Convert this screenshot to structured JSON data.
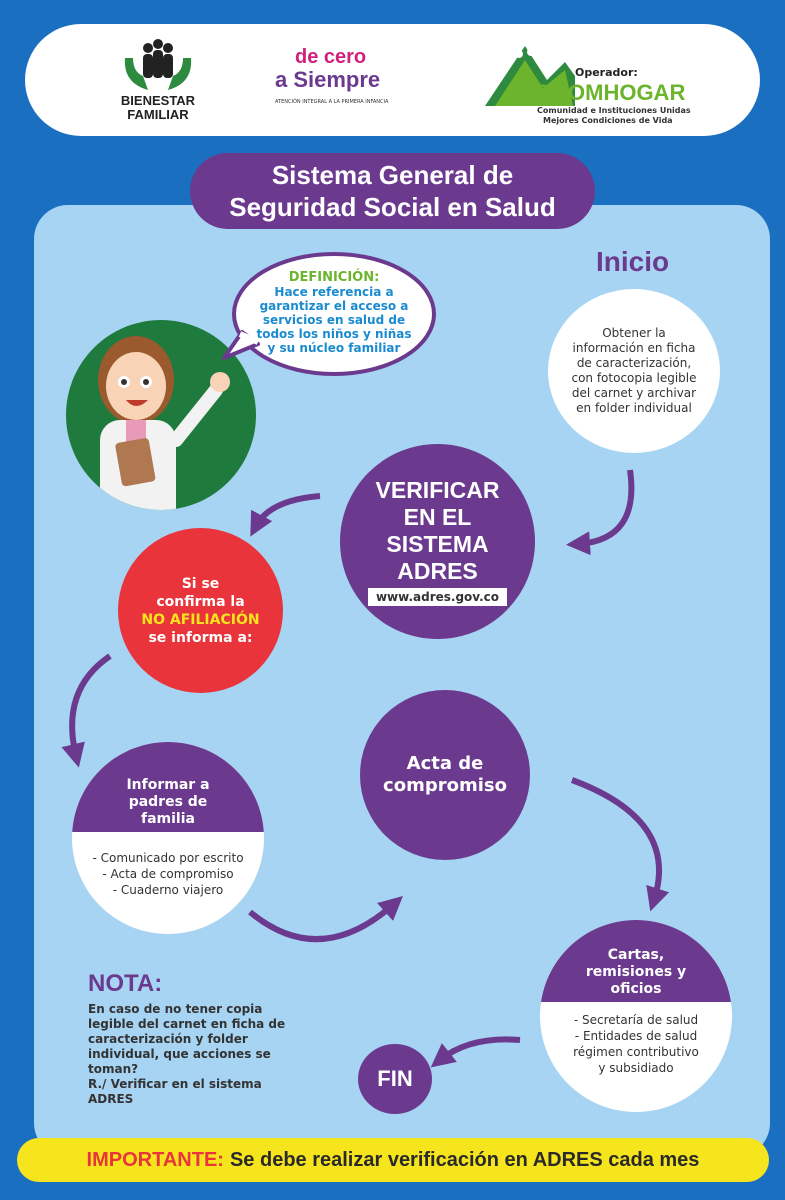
{
  "header": {
    "logo1": {
      "line1": "BIENESTAR",
      "line2": "FAMILIAR"
    },
    "logo2": {
      "line1": "de cero",
      "line2": "a Siempre",
      "tagline": "ATENCIÓN INTEGRAL A LA PRIMERA INFANCIA"
    },
    "logo3": {
      "operator": "Operador:",
      "name": "COOMHOGAR",
      "line1": "Comunidad e Instituciones Unidas",
      "line2": "Mejores Condiciones de Vida"
    }
  },
  "title": {
    "line1": "Sistema General de",
    "line2": "Seguridad Social en Salud"
  },
  "definition": {
    "heading": "DEFINICIÓN:",
    "body": "Hace referencia a garantizar el acceso a servicios en salud de todos los niños y niñas y su núcleo familiar"
  },
  "inicio": {
    "label": "Inicio",
    "text": "Obtener la información en ficha de caracterización, con fotocopia legible del carnet y archivar en folder individual"
  },
  "verificar": {
    "line1": "VERIFICAR",
    "line2": "EN EL",
    "line3": "SISTEMA",
    "line4": "ADRES",
    "url": "www.adres.gov.co"
  },
  "confirma": {
    "line1": "Si se",
    "line2": "confirma la",
    "highlight": "NO AFILIACIÓN",
    "line3": "se informa a:"
  },
  "informar": {
    "title": "Informar a padres de familia",
    "items": [
      "- Comunicado por escrito",
      "- Acta de compromiso",
      "- Cuaderno viajero"
    ]
  },
  "acta": {
    "line1": "Acta de",
    "line2": "compromiso"
  },
  "cartas": {
    "title": "Cartas, remisiones y oficios",
    "items": [
      "- Secretaría de salud",
      "- Entidades de salud",
      "régimen contributivo",
      "y subsidiado"
    ]
  },
  "nota": {
    "heading": "NOTA:",
    "body": "En caso de no tener copia legible del carnet en ficha de caracterización y folder individual, que acciones se toman?",
    "answer1": "R./ Verificar en el sistema",
    "answer2": "ADRES"
  },
  "fin": {
    "label": "FIN"
  },
  "importante": {
    "label": "IMPORTANTE:",
    "text": "Se debe realizar verificación en ADRES cada mes"
  },
  "colors": {
    "purple": "#6b3a8e",
    "red": "#e8343a",
    "yellow": "#f6e51c",
    "light_blue": "#a6d4f2",
    "dark_blue": "#1a6fc0",
    "green": "#1f7a3d",
    "def_blue": "#1a8bd0",
    "def_green": "#6bb42c"
  }
}
